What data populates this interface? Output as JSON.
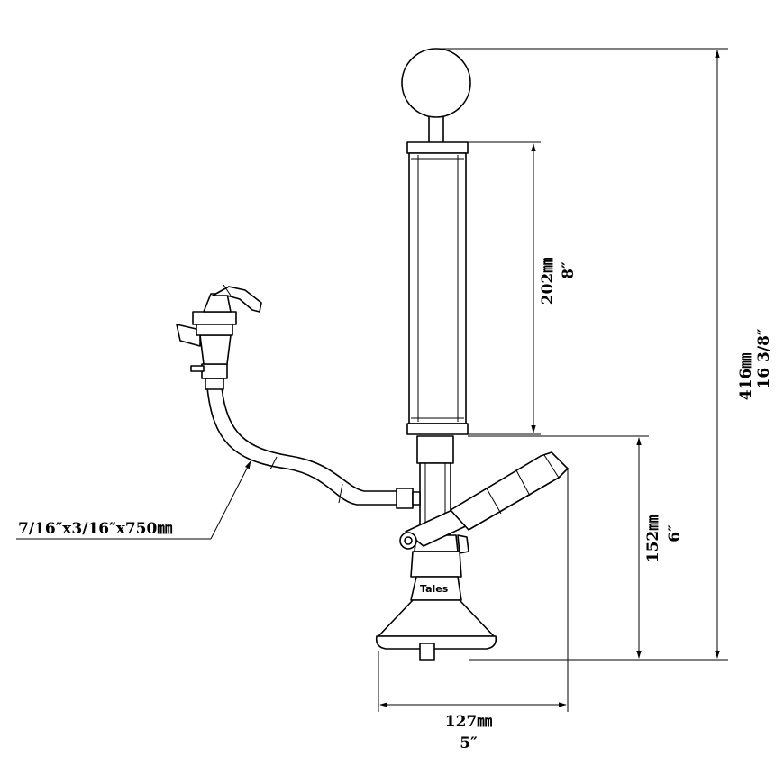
{
  "dimensions": {
    "total_height": {
      "metric": "416㎜",
      "imperial": "16 3/8″"
    },
    "cylinder_height": {
      "metric": "202㎜",
      "imperial": "8″"
    },
    "coupler_height": {
      "metric": "152㎜",
      "imperial": "6″"
    },
    "base_width": {
      "metric": "127㎜",
      "imperial": "5″"
    }
  },
  "hose_spec": "7/16″x3/16″x750㎜",
  "brand_label": "Tales"
}
